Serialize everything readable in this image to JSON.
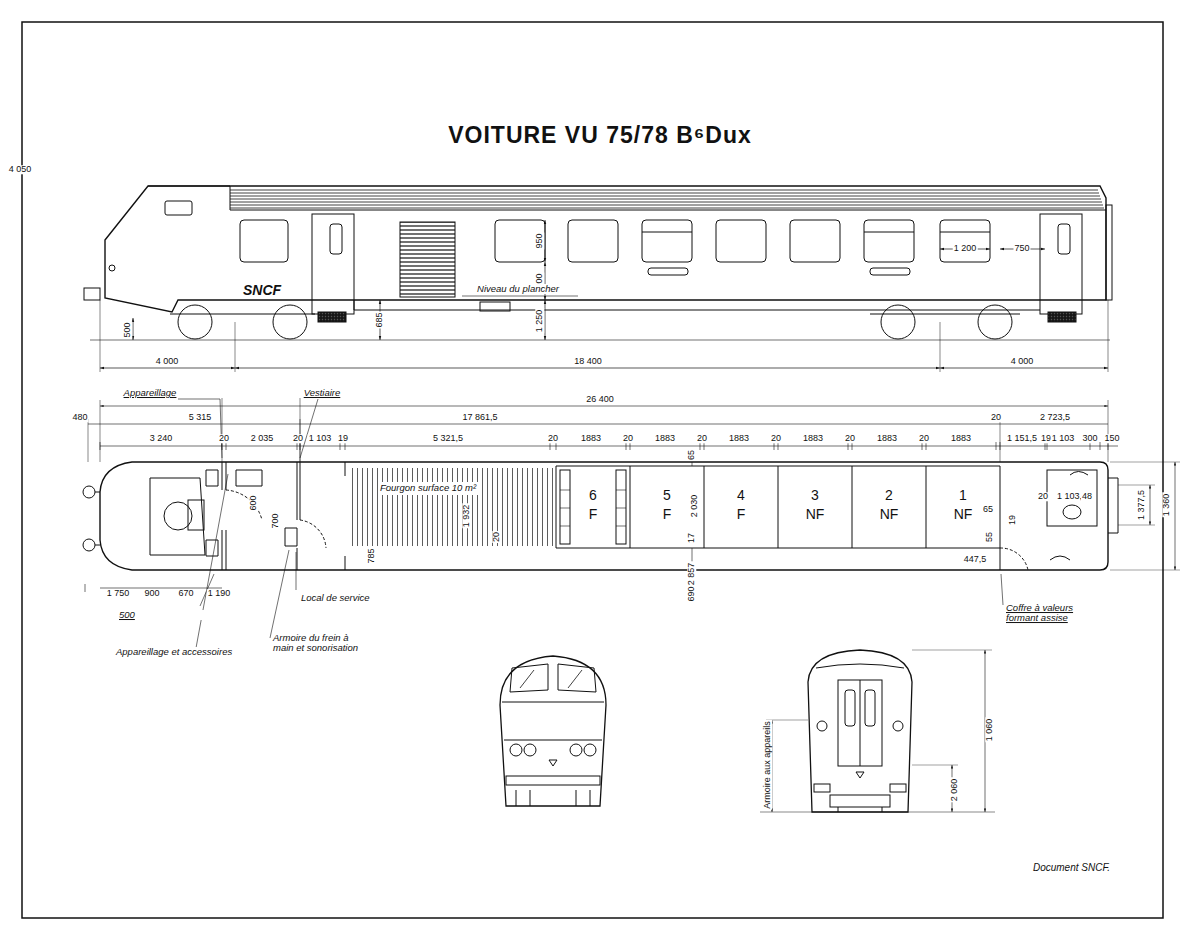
{
  "diagram": {
    "title": "VOITURE VU 75/78 B⁶Dux",
    "caption": "Document SNCF.",
    "nodes": [
      {
        "text": [
          "Fourgon surface 10 m²"
        ]
      },
      {
        "text": [
          "6 F"
        ]
      },
      {
        "text": [
          "5 F"
        ]
      },
      {
        "text": [
          "4 F"
        ]
      },
      {
        "text": [
          "3 NF"
        ]
      },
      {
        "text": [
          "2 NF"
        ]
      },
      {
        "text": [
          "1 NF"
        ]
      }
    ],
    "labels": [
      "SNCF",
      "950",
      "800",
      "1 250",
      "1 200",
      "750",
      "Niveau du plancher",
      "500",
      "685",
      "4 000",
      "18 400",
      "4 000",
      "Appareillage",
      "Vestiaire",
      "26 400",
      "480",
      "5 315",
      "17 861,5",
      "20",
      "2 723,5",
      "3 240",
      "20",
      "2 035",
      "20",
      "1 103",
      "19",
      "5 321,5",
      "20",
      "1883",
      "20",
      "1883",
      "20",
      "1883",
      "20",
      "1883",
      "20",
      "1883",
      "20",
      "1883",
      "1 151,5",
      "19",
      "1 103",
      "300",
      "150",
      "600",
      "700",
      "1 932",
      "20",
      "785",
      "65",
      "2 030",
      "17",
      "2 857",
      "690",
      "65",
      "55",
      "447,5",
      "20",
      "1 103,5",
      "48",
      "19",
      "1 377,5",
      "1 360",
      "1 750",
      "900",
      "670",
      "1 190",
      "500",
      "Appareillage et accessoires",
      "Local de service",
      "Armoire du frein à main et sonorisation",
      "Coffre à valeurs formant assise",
      "Armoire aux appareils",
      "2 060",
      "1 060",
      "4 050"
    ]
  }
}
